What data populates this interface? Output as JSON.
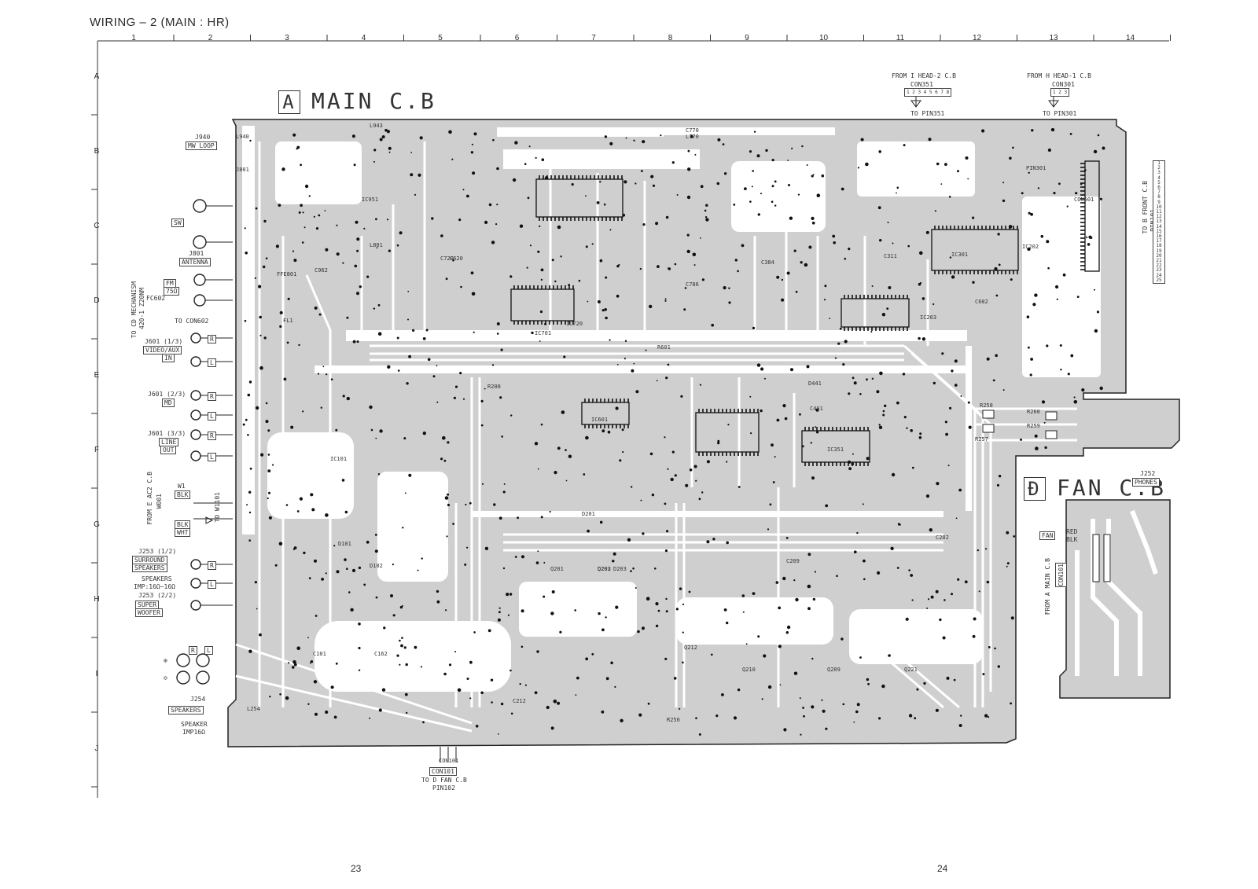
{
  "header": {
    "title": "WIRING – 2  (MAIN : HR)",
    "columns": [
      "1",
      "2",
      "3",
      "4",
      "5",
      "6",
      "7",
      "8",
      "9",
      "10",
      "11",
      "12",
      "13",
      "14"
    ],
    "rows": [
      "A",
      "B",
      "C",
      "D",
      "E",
      "F",
      "G",
      "H",
      "I",
      "J"
    ]
  },
  "boards": {
    "main": {
      "letter": "A",
      "name": "MAIN C.B"
    },
    "fan": {
      "letter": "Đ",
      "name": "FAN C.B"
    }
  },
  "left_connectors": {
    "j940": "J940",
    "mw_loop": "MW LOOP",
    "sw": "SW",
    "j801": "J801",
    "antenna": "ANTENNA",
    "fm": "FM",
    "ohm75": "75Ω",
    "fc602": "FC602",
    "to_con602": "TO CON602",
    "cd_mech": "TO CD MECHANISM",
    "cd_mech_model": "420-1 Z20NM",
    "j601_1": "J601 (1/3)",
    "video_aux": "VIDEO/AUX",
    "in": "IN",
    "j601_2": "J601 (2/3)",
    "md": "MD",
    "j601_3": "J601 (3/3)",
    "line": "LINE",
    "out": "OUT",
    "from_ac2": "FROM E AC2 C.B",
    "w001": "W001",
    "w1": "W1",
    "blk": "BLK",
    "wht": "WHT",
    "to_w1101": "TO W1101",
    "j253_1": "J253 (1/2)",
    "surround": "SURROUND",
    "speakers": "SPEAKERS",
    "speakers_imp": "SPEAKERS",
    "imp_val": "IMP:16Ω~16Ω",
    "j253_2": "J253 (2/2)",
    "super": "SUPER",
    "woofer": "WOOFER",
    "j254": "J254",
    "speakers2": "SPEAKERS",
    "speaker": "SPEAKER",
    "imp6": "IMP16Ω",
    "pol_r": "R",
    "pol_l": "L",
    "plus": "⊕",
    "minus": "⊖"
  },
  "top_connectors": {
    "head2_from": "FROM I HEAD-2 C.B",
    "con351": "CON351",
    "con351_pins": "1 2 3 4 5 6 7 8",
    "to_pin351": "TO PIN351",
    "head1_from": "FROM H HEAD-1 C.B",
    "con301": "CON301",
    "con301_pins": "1 2 3",
    "to_pin301": "TO PIN301"
  },
  "right_connectors": {
    "to_front": "TO B FRONT C.B",
    "pin101": "PIN101",
    "front_pins": [
      "1",
      "2",
      "3",
      "4",
      "5",
      "6",
      "7",
      "8",
      "9",
      "10",
      "11",
      "12",
      "13",
      "14",
      "15",
      "16",
      "17",
      "18",
      "19",
      "20",
      "21",
      "22",
      "23",
      "24",
      "25"
    ],
    "j252": "J252",
    "phones": "PHONES",
    "fan": "FAN",
    "red": "RED",
    "blk": "BLK",
    "from_main": "FROM A MAIN C.B",
    "con101": "CON101"
  },
  "bottom_connectors": {
    "con101": "CON101",
    "to_fan": "TO D FAN C.B",
    "pin102": "PIN102"
  },
  "components": [
    "L943",
    "L940",
    "L801",
    "J801",
    "FFE801",
    "C962",
    "IC951",
    "C720",
    "C770",
    "IC720",
    "IC601",
    "C786",
    "IC202",
    "IC203",
    "C384",
    "IC301",
    "IC351",
    "PIN301",
    "CON601",
    "FL1",
    "IC101",
    "D101",
    "D102",
    "Q201",
    "Q203",
    "Q210",
    "Q209",
    "Q221",
    "R256",
    "D441",
    "C401",
    "R258",
    "R259",
    "R257",
    "R260",
    "L770",
    "C602",
    "C620",
    "IC701",
    "C101",
    "C162",
    "R208",
    "C209",
    "R601",
    "C311",
    "D201",
    "D202",
    "D203",
    "Q212",
    "C202",
    "C212",
    "L254",
    "CON101"
  ],
  "page_numbers": {
    "left": "23",
    "right": "24"
  }
}
